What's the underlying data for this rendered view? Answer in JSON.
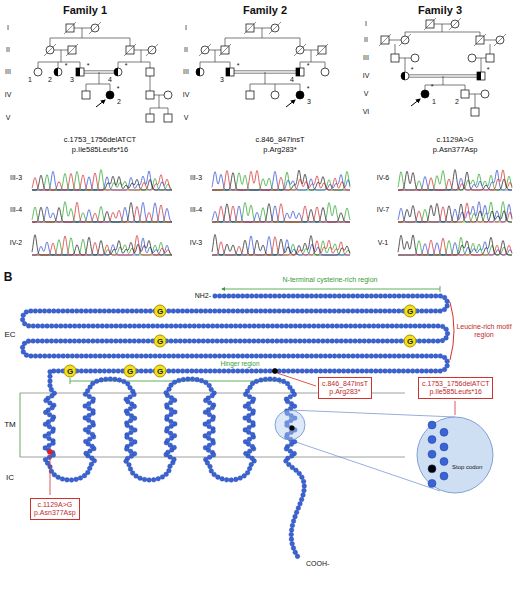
{
  "diagram": {
    "nodes": [
      {
        "text": [
          "G"
        ]
      },
      {
        "text": [
          "G"
        ]
      },
      {
        "text": [
          "G"
        ]
      },
      {
        "text": [
          "G"
        ]
      },
      {
        "text": [
          "G"
        ]
      },
      {
        "text": [
          "G"
        ]
      },
      {
        "text": [
          "G"
        ]
      },
      {
        "text": [
          "c.846_847insT p.Arg283*"
        ]
      },
      {
        "text": [
          "c.1753_1756delATCT p.Ile585Leufs*16"
        ]
      },
      {
        "text": [
          "c.1129A>G p.Asn377Asp"
        ]
      }
    ],
    "labels": [
      "Family 1",
      "Family 2",
      "Family 3",
      "I",
      "II",
      "III",
      "IV",
      "V",
      "I",
      "II",
      "III",
      "IV",
      "V",
      "I",
      "II",
      "III",
      "IV",
      "V",
      "VI",
      "1",
      "2",
      "3",
      "4",
      "2",
      "3",
      "4",
      "3",
      "1",
      "2",
      "*",
      "*",
      "*",
      "*",
      "*",
      "*",
      "*",
      "*",
      "*",
      "*",
      "c.1753_1756delATCT",
      "p.Ile585Leufs*16",
      "III-3",
      "III-4",
      "IV-2",
      "c.846_847insT",
      "p.Arg283*",
      "III-3",
      "III-4",
      "IV-3",
      "c.1129A>G",
      "p.Asn377Asp",
      "IV-6",
      "IV-7",
      "V-1",
      "B",
      "NH2-",
      "EC",
      "TM",
      "IC",
      "COOH-",
      "N-terminal cysteine-rich region",
      "Leucine-rich motif region",
      "Hinger region",
      "Stop codon"
    ]
  }
}
